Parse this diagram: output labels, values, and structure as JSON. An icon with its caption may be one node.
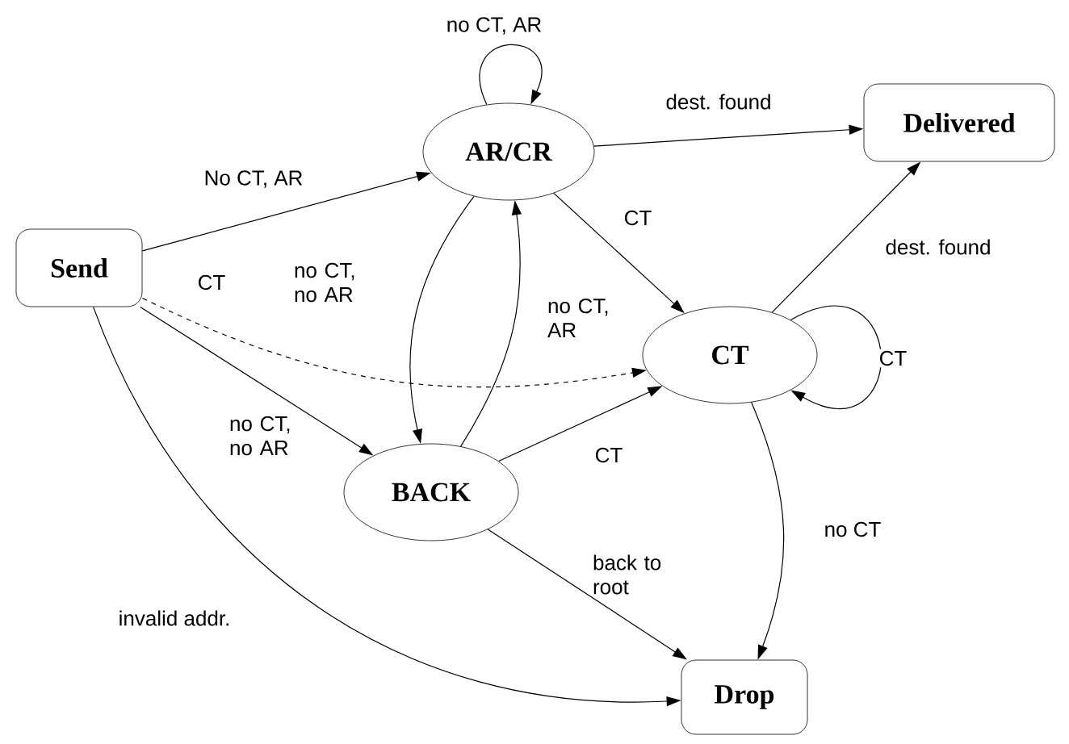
{
  "diagram": {
    "nodes": [
      {
        "text": [
          "Send"
        ]
      },
      {
        "text": [
          "AR/CR"
        ]
      },
      {
        "text": [
          "Delivered"
        ]
      },
      {
        "text": [
          "CT"
        ]
      },
      {
        "text": [
          "BACK"
        ]
      },
      {
        "text": [
          "Drop"
        ]
      }
    ],
    "edges": [
      {
        "from": 0,
        "to": 1,
        "arrow": "to",
        "label": "No CT, AR"
      },
      {
        "from": 1,
        "to": 1,
        "arrow": "to",
        "label": "no CT, AR"
      },
      {
        "from": 1,
        "to": 2,
        "arrow": "to",
        "label": "dest. found"
      },
      {
        "from": 1,
        "to": 3,
        "arrow": "to",
        "label": "CT"
      },
      {
        "from": 1,
        "to": 4,
        "arrow": "to",
        "label": "no CT, no AR"
      },
      {
        "from": 4,
        "to": 1,
        "arrow": "to",
        "label": "no CT, AR"
      },
      {
        "from": 0,
        "to": 3,
        "arrow": "to",
        "label": "CT",
        "style": "dashed"
      },
      {
        "from": 0,
        "to": 4,
        "arrow": "to",
        "label": "no CT, no AR"
      },
      {
        "from": 0,
        "to": 5,
        "arrow": "to",
        "label": "invalid addr."
      },
      {
        "from": 3,
        "to": 2,
        "arrow": "to",
        "label": "dest. found"
      },
      {
        "from": 3,
        "to": 3,
        "arrow": "to",
        "label": "CT"
      },
      {
        "from": 4,
        "to": 3,
        "arrow": "to",
        "label": "CT"
      },
      {
        "from": 4,
        "to": 5,
        "arrow": "to",
        "label": "back to root"
      },
      {
        "from": 3,
        "to": 5,
        "arrow": "to",
        "label": "no CT"
      }
    ]
  }
}
